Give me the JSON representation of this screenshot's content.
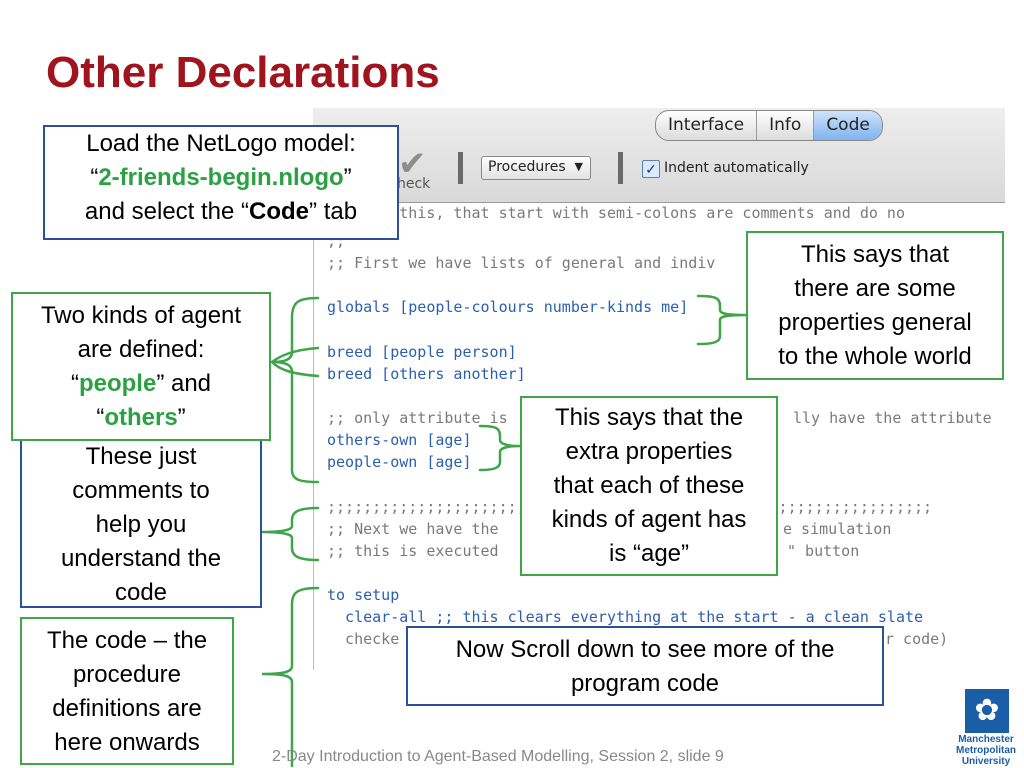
{
  "slide": {
    "title": "Other Declarations",
    "footer": "2-Day Introduction to Agent-Based Modelling, Session 2, slide 9"
  },
  "netlogo": {
    "tabs": [
      "Interface",
      "Info",
      "Code"
    ],
    "active_tab": "Code",
    "check_label": "heck",
    "procedures_dropdown": "Procedures",
    "indent_label": "Indent automatically",
    "indent_checked": true
  },
  "code_lines": [
    ";; like this, that start with semi-colons are comments and do no",
    ";;",
    ";; First we have lists of general and indiv",
    "",
    "globals [people-colours number-kinds me]",
    "",
    "breed [people person]",
    "breed [others another]",
    "",
    ";; only attribute is",
    "others-own [age]",
    "people-own [age]",
    "",
    ";;;;;;;;;;;;;;;;;;;;;;;;;;;;;;;;;;;;;;;;;;;;;;;;;;;;;;;;;;;;;;;;;;;",
    ";; Next we have the",
    ";; this is executed",
    "",
    "to setup",
    "  clear-all ;; this clears everything at the start - a clean slate",
    "  checke"
  ],
  "code_fragments": {
    "line9_tail": "lly have the attribute",
    "line13_tail": ";;;;;;;;;;;;;;;;;;;;;;;",
    "line14_tail": "e simulation",
    "line15_tail": "\" button",
    "line19_tail": "r code)"
  },
  "callouts": {
    "load": {
      "line1": "Load the NetLogo model:",
      "q1": "“",
      "model": "2-friends-begin.nlogo",
      "q2": "”",
      "line3a": "and select the “",
      "tab": "Code",
      "line3b": "” tab"
    },
    "agents": {
      "line1": "Two kinds of agent",
      "line2": "are defined:",
      "q1": "“",
      "people": "people",
      "mid": "” and",
      "q3": "“",
      "others": "others",
      "q4": "”"
    },
    "comments": {
      "line1": "These  just",
      "line2": "comments to",
      "line3": "help you",
      "line4": "understand the",
      "line5": "code"
    },
    "procedures": {
      "line1": "The code – the",
      "line2": "procedure",
      "line3": "definitions are",
      "line4": "here onwards"
    },
    "globals": {
      "line1": "This says that",
      "line2": "there are some",
      "line3": "properties general",
      "line4": "to the whole world"
    },
    "age": {
      "line1": "This says that the",
      "line2": "extra properties",
      "line3": "that each of these",
      "line4": "kinds of agent has",
      "line5": "is “age”"
    },
    "scroll": {
      "line1": "Now Scroll down to see more of the",
      "line2": "program code"
    }
  },
  "logo": {
    "line1": "Manchester",
    "line2": "Metropolitan",
    "line3": "University"
  },
  "colors": {
    "title": "#a0141e",
    "highlight_green": "#2ba144",
    "callout_blue": "#2e4f9c",
    "callout_green": "#3fa54a",
    "bracket_green": "#3fa54a",
    "logo_blue": "#1b5ea8"
  }
}
